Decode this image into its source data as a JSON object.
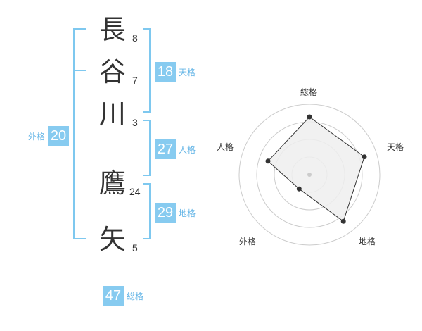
{
  "name_chars": [
    {
      "char": "長",
      "strokes": "8"
    },
    {
      "char": "谷",
      "strokes": "7"
    },
    {
      "char": "川",
      "strokes": "3"
    },
    {
      "char": "鷹",
      "strokes": "24"
    },
    {
      "char": "矢",
      "strokes": "5"
    }
  ],
  "fortunes": {
    "tenkaku": {
      "value": "18",
      "label": "天格"
    },
    "jinkaku": {
      "value": "27",
      "label": "人格"
    },
    "chikaku": {
      "value": "29",
      "label": "地格"
    },
    "gaikaku": {
      "value": "20",
      "label": "外格"
    },
    "soukaku": {
      "value": "47",
      "label": "総格"
    }
  },
  "colors": {
    "accent": "#87cbf0",
    "accent_text": "#62b4e6",
    "bracket": "#7ec8ef",
    "radar_fill": "#eeeeee",
    "radar_line": "#333333",
    "grid": "#cccccc"
  },
  "chart_data": {
    "type": "radar",
    "axes": [
      "総格",
      "天格",
      "地格",
      "外格",
      "人格"
    ],
    "values": [
      0.82,
      0.82,
      0.82,
      0.25,
      0.62
    ],
    "range": [
      0,
      1
    ],
    "rings": 4
  }
}
